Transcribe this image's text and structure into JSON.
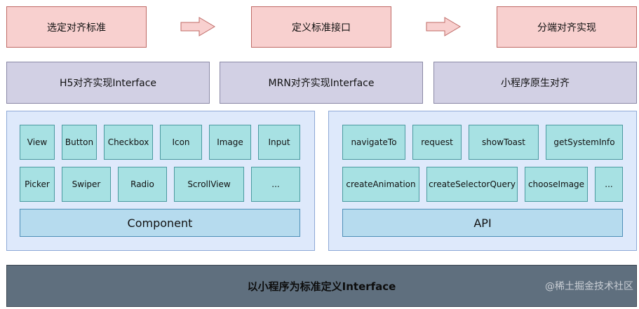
{
  "top_steps": [
    "选定对齐标准",
    "定义标准接口",
    "分端对齐实现"
  ],
  "implementations": [
    "H5对齐实现Interface",
    "MRN对齐实现Interface",
    "小程序原生对齐"
  ],
  "component_panel": {
    "row1": [
      "View",
      "Button",
      "Checkbox",
      "Icon",
      "Image",
      "Input"
    ],
    "row2": [
      "Picker",
      "Swiper",
      "Radio",
      "ScrollView",
      "..."
    ],
    "label": "Component"
  },
  "api_panel": {
    "row1": [
      "navigateTo",
      "request",
      "showToast",
      "getSystemInfo"
    ],
    "row2": [
      "createAnimation",
      "createSelectorQuery",
      "chooseImage",
      "..."
    ],
    "label": "API"
  },
  "footer": "以小程序为标准定义Interface",
  "watermark": "@稀土掘金技术社区",
  "colors": {
    "step_fill": "#f8d0cf",
    "impl_fill": "#d2d0e4",
    "panel_fill": "#dee9fb",
    "item_fill": "#a7e1e3",
    "bar_fill": "#b6dbee",
    "footer_fill": "#5f6f7e"
  }
}
